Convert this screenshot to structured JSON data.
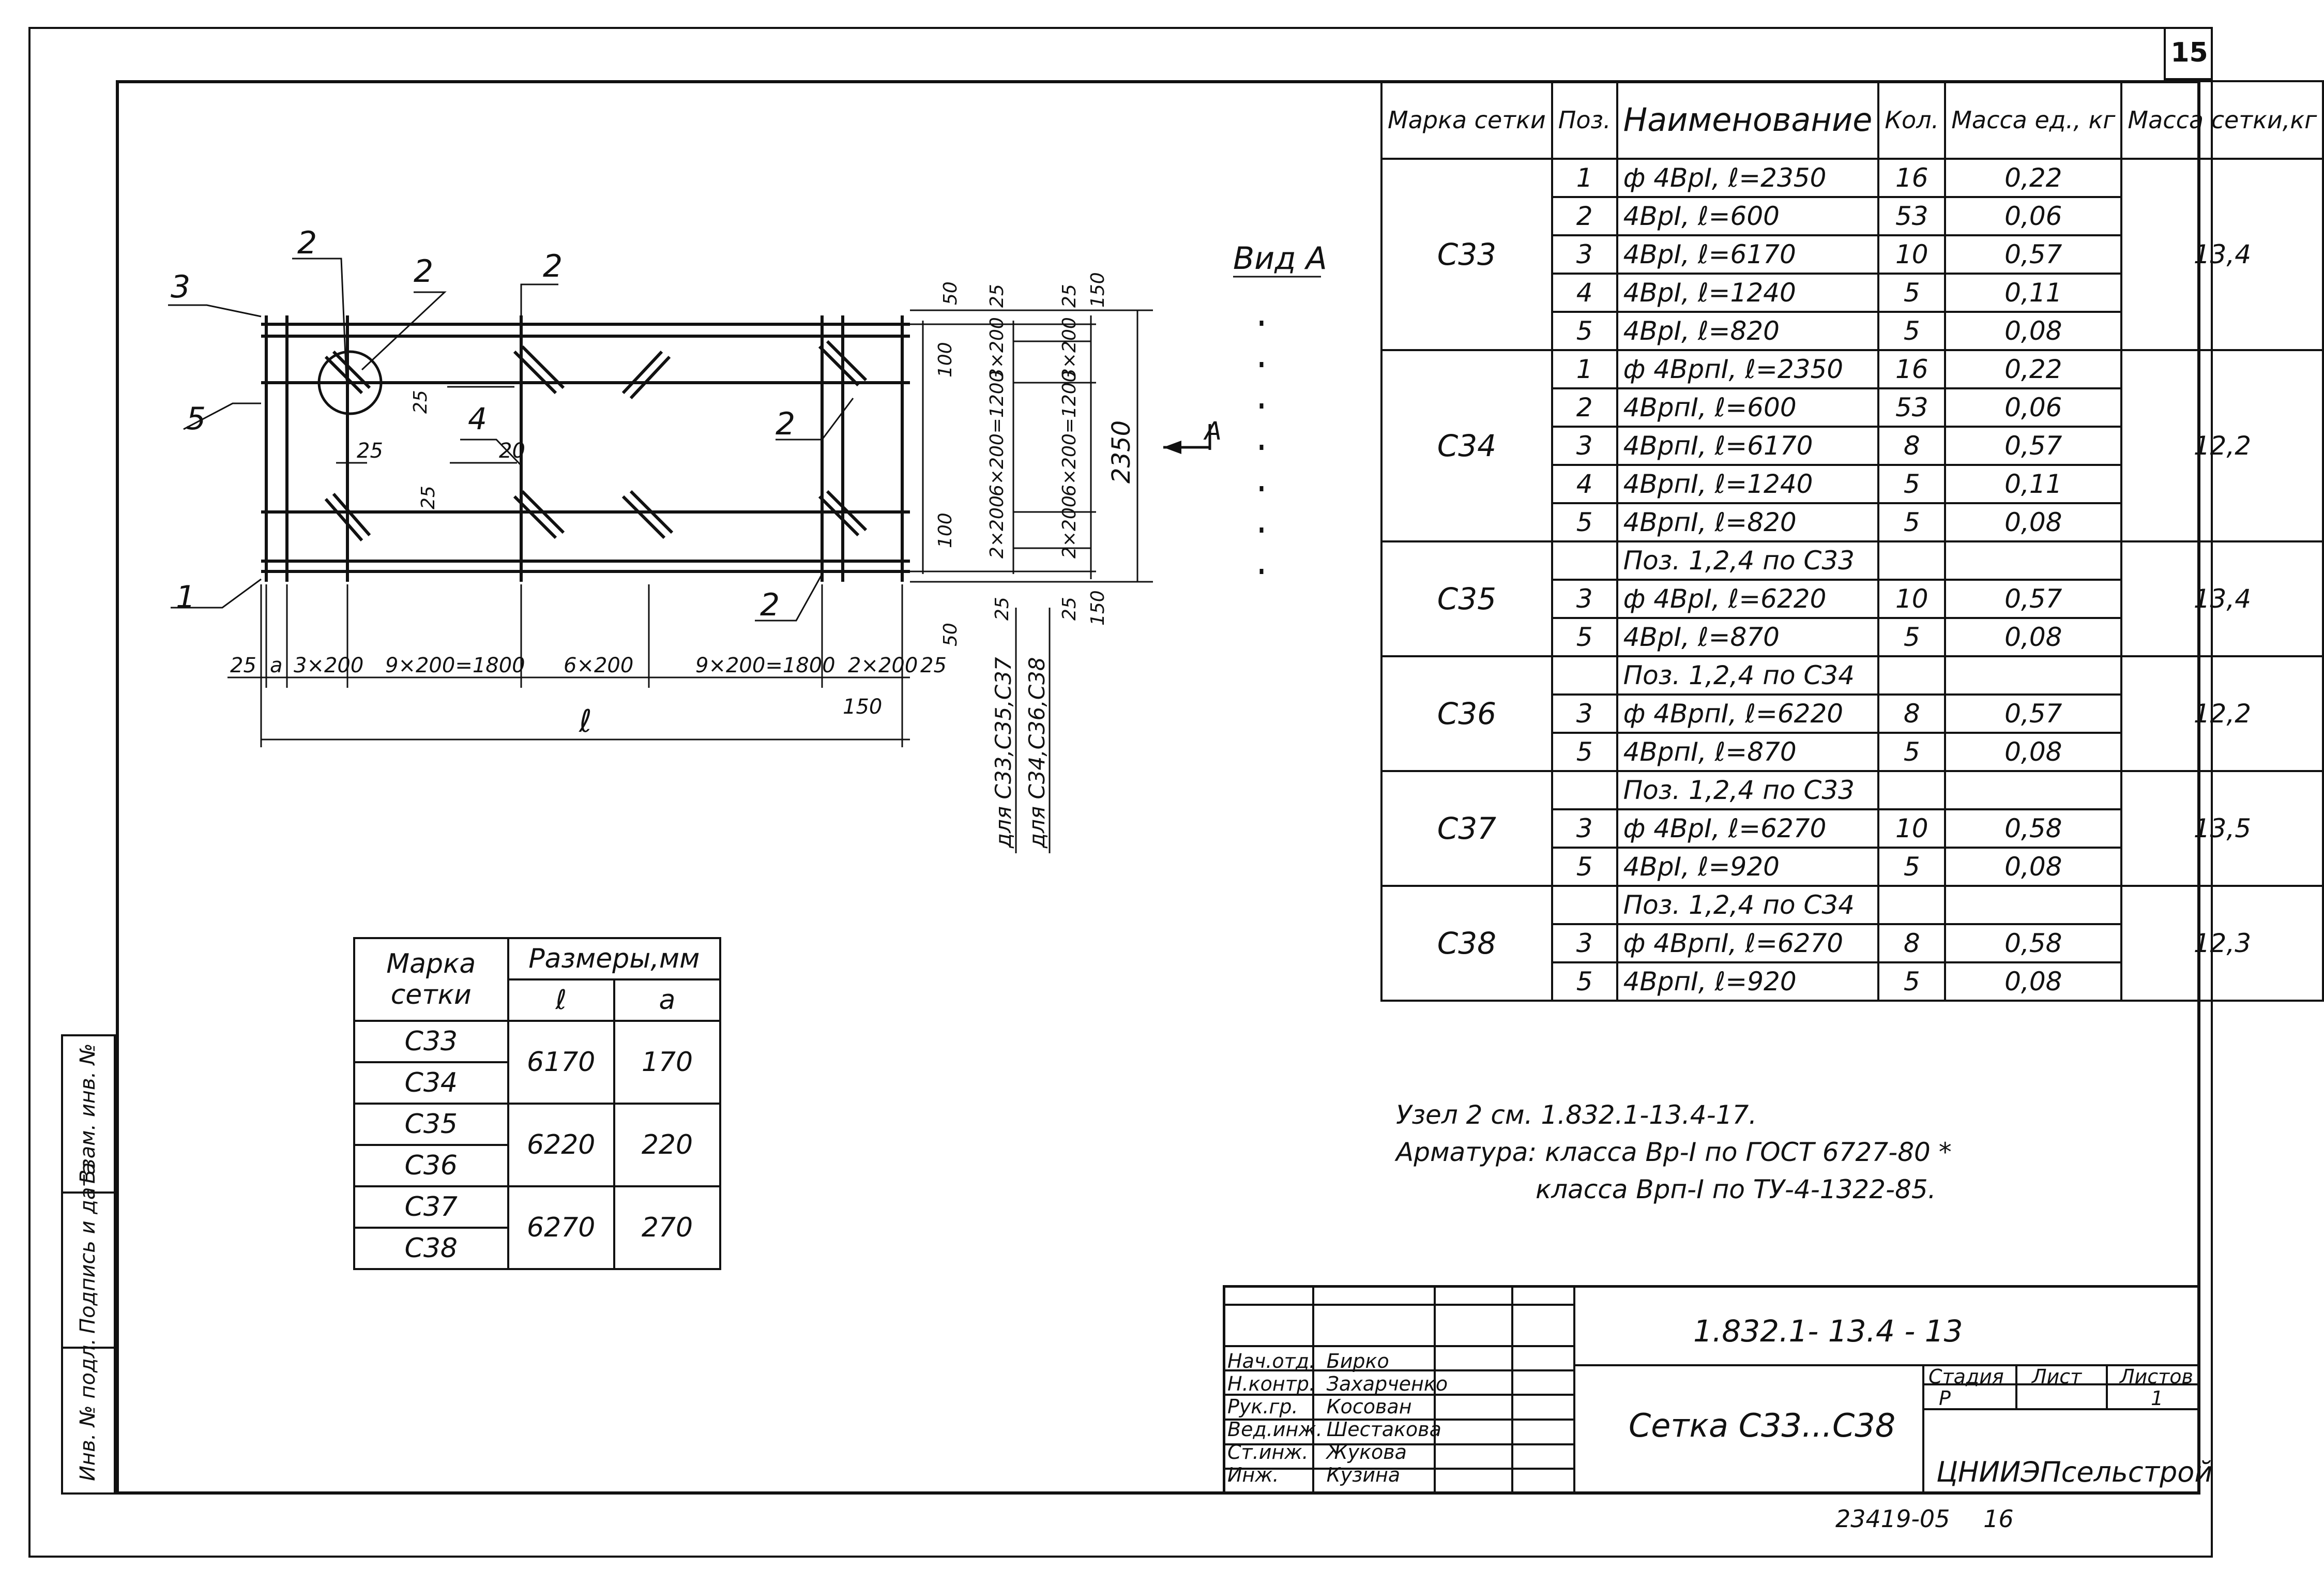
{
  "sheet_number": "15",
  "view_label": "Вид А",
  "section_arrow_label": "A",
  "drawing": {
    "leaders": [
      "3",
      "5",
      "1",
      "2",
      "2",
      "2",
      "2",
      "2",
      "4"
    ],
    "small_dims": [
      "25",
      "20",
      "25",
      "25"
    ],
    "bottom_chain": [
      "25",
      "a",
      "3×200",
      "9×200=1800",
      "6×200",
      "9×200=1800",
      "2×200",
      "25"
    ],
    "bottom_150": "150",
    "overall_length": "ℓ",
    "right_dims_a": [
      "50",
      "100",
      "100",
      "50"
    ],
    "right_dims_b": [
      "25",
      "3×200",
      "6×200=1200",
      "2×200",
      "25"
    ],
    "right_dims_c": [
      "25",
      "3×200",
      "6×200=1200",
      "2×200",
      "25"
    ],
    "right_dims_d": [
      "150",
      "150"
    ],
    "overall_height": "2350",
    "series_label_1": "для С33,С35,С37",
    "series_label_2": "для С34,С36,С38"
  },
  "spec_table": {
    "headers": [
      "Марка сетки",
      "Поз.",
      "Наименование",
      "Кол.",
      "Масса ед., кг",
      "Масса сетки,кг"
    ],
    "groups": [
      {
        "mark": "С33",
        "mass_total": "13,4",
        "rows": [
          {
            "pos": "1",
            "name": "ф 4ВрI,   ℓ=2350",
            "qty": "16",
            "mass": "0,22"
          },
          {
            "pos": "2",
            "name": "4ВрI,    ℓ=600",
            "qty": "53",
            "mass": "0,06"
          },
          {
            "pos": "3",
            "name": "4ВрI,    ℓ=6170",
            "qty": "10",
            "mass": "0,57"
          },
          {
            "pos": "4",
            "name": "4ВрI,    ℓ=1240",
            "qty": "5",
            "mass": "0,11"
          },
          {
            "pos": "5",
            "name": "4ВрI,    ℓ=820",
            "qty": "5",
            "mass": "0,08"
          }
        ]
      },
      {
        "mark": "С34",
        "mass_total": "12,2",
        "rows": [
          {
            "pos": "1",
            "name": "ф 4ВрпI,  ℓ=2350",
            "qty": "16",
            "mass": "0,22"
          },
          {
            "pos": "2",
            "name": "4ВрпI,   ℓ=600",
            "qty": "53",
            "mass": "0,06"
          },
          {
            "pos": "3",
            "name": "4ВрпI,   ℓ=6170",
            "qty": "8",
            "mass": "0,57"
          },
          {
            "pos": "4",
            "name": "4ВрпI,   ℓ=1240",
            "qty": "5",
            "mass": "0,11"
          },
          {
            "pos": "5",
            "name": "4ВрпI,   ℓ=820",
            "qty": "5",
            "mass": "0,08"
          }
        ]
      },
      {
        "mark": "С35",
        "mass_total": "13,4",
        "rows": [
          {
            "pos": "",
            "name": "Поз. 1,2,4 по С33",
            "qty": "",
            "mass": ""
          },
          {
            "pos": "3",
            "name": "ф 4ВрI,   ℓ=6220",
            "qty": "10",
            "mass": "0,57"
          },
          {
            "pos": "5",
            "name": "4ВрI,    ℓ=870",
            "qty": "5",
            "mass": "0,08"
          }
        ]
      },
      {
        "mark": "С36",
        "mass_total": "12,2",
        "rows": [
          {
            "pos": "",
            "name": "Поз. 1,2,4 по С34",
            "qty": "",
            "mass": ""
          },
          {
            "pos": "3",
            "name": "ф 4ВрпI,  ℓ=6220",
            "qty": "8",
            "mass": "0,57"
          },
          {
            "pos": "5",
            "name": "4ВрпI,   ℓ=870",
            "qty": "5",
            "mass": "0,08"
          }
        ]
      },
      {
        "mark": "С37",
        "mass_total": "13,5",
        "rows": [
          {
            "pos": "",
            "name": "Поз. 1,2,4 по С33",
            "qty": "",
            "mass": ""
          },
          {
            "pos": "3",
            "name": "ф 4ВрI,   ℓ=6270",
            "qty": "10",
            "mass": "0,58"
          },
          {
            "pos": "5",
            "name": "4ВрI,    ℓ=920",
            "qty": "5",
            "mass": "0,08"
          }
        ]
      },
      {
        "mark": "С38",
        "mass_total": "12,3",
        "rows": [
          {
            "pos": "",
            "name": "Поз. 1,2,4 по С34",
            "qty": "",
            "mass": ""
          },
          {
            "pos": "3",
            "name": "ф 4ВрпI, ℓ=6270",
            "qty": "8",
            "mass": "0,58"
          },
          {
            "pos": "5",
            "name": "4ВрпI,  ℓ=920",
            "qty": "5",
            "mass": "0,08"
          }
        ]
      }
    ]
  },
  "sizes_table": {
    "header_mark": "Марка сетки",
    "header_sizes": "Размеры,мм",
    "col_l": "ℓ",
    "col_a": "a",
    "groups": [
      {
        "marks": [
          "С33",
          "С34"
        ],
        "l": "6170",
        "a": "170"
      },
      {
        "marks": [
          "С35",
          "С36"
        ],
        "l": "6220",
        "a": "220"
      },
      {
        "marks": [
          "С37",
          "С38"
        ],
        "l": "6270",
        "a": "270"
      }
    ]
  },
  "notes": [
    "Узел 2 см. 1.832.1-13.4-17.",
    "Арматура: класса Вр-I по ГОСТ 6727-80 *",
    "класса Врп-I по ТУ-4-1322-85."
  ],
  "title_block": {
    "doc_number": "1.832.1- 13.4 - 13",
    "sheet_name": "Сетка С33...С38",
    "organization": "ЦНИИЭПсельстрой",
    "stage_label": "Стадия",
    "sheet_label": "Лист",
    "sheets_label": "Листов",
    "stage_value": "Р",
    "sheets_value": "1",
    "roles": [
      {
        "role": "Нач.отд.",
        "name": "Бирко"
      },
      {
        "role": "Н.контр.",
        "name": "Захарченко"
      },
      {
        "role": "Рук.гр.",
        "name": "Косован"
      },
      {
        "role": "Вед.инж.",
        "name": "Шестакова"
      },
      {
        "role": "Ст.инж.",
        "name": "Жукова"
      },
      {
        "role": "Инж.",
        "name": "Кузина"
      }
    ],
    "bottom_number": "23419-05",
    "bottom_page": "16"
  },
  "side_stamp": [
    "Инв. № подл.",
    "Подпись и дата",
    "Взам. инв. №"
  ]
}
